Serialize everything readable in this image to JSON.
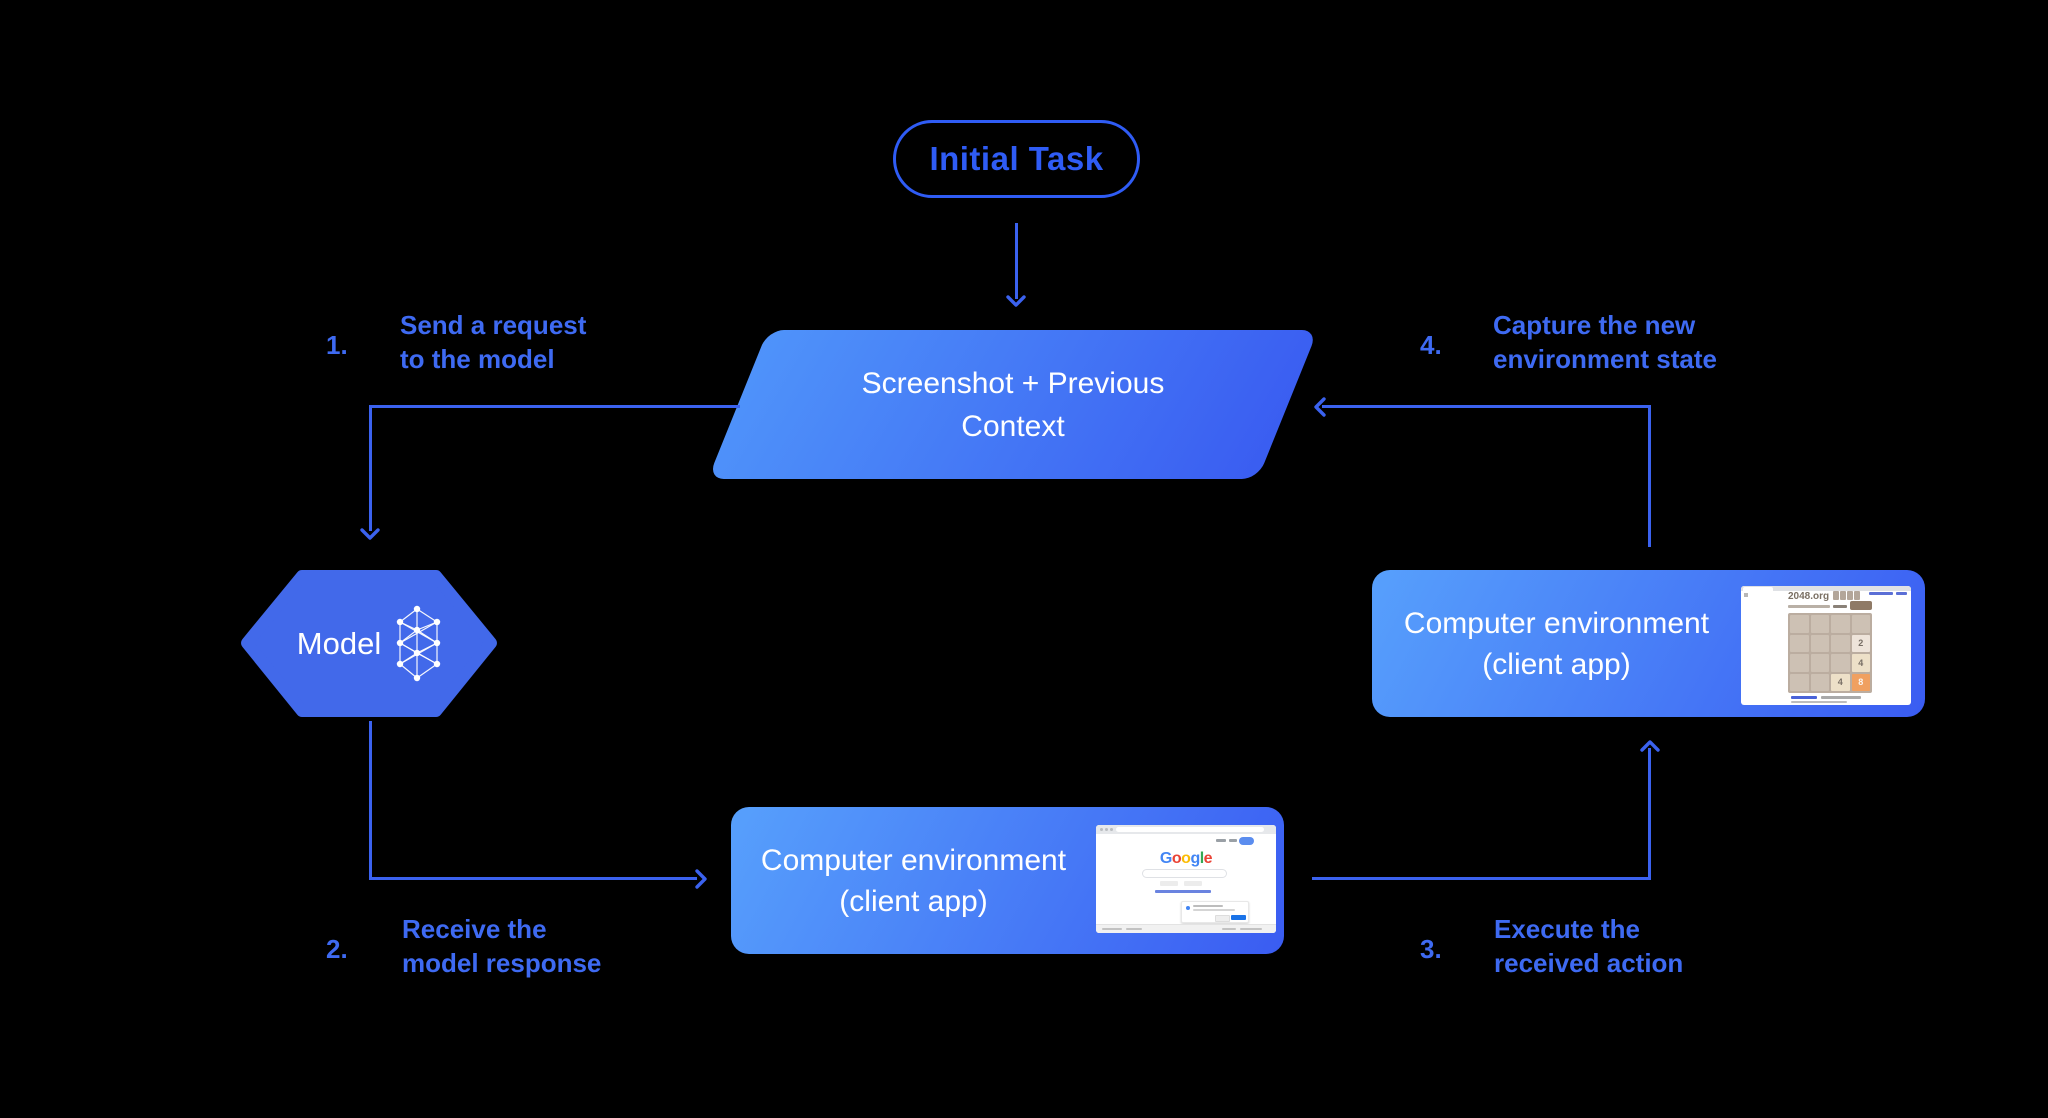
{
  "colors": {
    "background": "#000000",
    "line": "#3b62ef",
    "label-text": "#3e6af2",
    "pill": "#2f5cf5",
    "hexagon": "#4269ea",
    "box-grad-start": "#57a0fc",
    "box-grad-end": "#3a5cf2",
    "para-grad-start": "#4f93fa",
    "para-grad-end": "#3a5df1",
    "shape-text": "#ffffff"
  },
  "nodes": {
    "initial_task": {
      "label": "Initial Task"
    },
    "screenshot_context": {
      "line1": "Screenshot + Previous",
      "line2": "Context"
    },
    "model": {
      "label": "Model"
    },
    "env_bottom": {
      "line1": "Computer environment",
      "line2": "(client app)"
    },
    "env_right": {
      "line1": "Computer environment",
      "line2": "(client app)"
    }
  },
  "steps": [
    {
      "num": "1.",
      "line1": "Send a request",
      "line2": "to the model"
    },
    {
      "num": "2.",
      "line1": "Receive the",
      "line2": "model response"
    },
    {
      "num": "3.",
      "line1": "Execute the",
      "line2": "received action"
    },
    {
      "num": "4.",
      "line1": "Capture the new",
      "line2": "environment state"
    }
  ],
  "thumbnails": {
    "google": {
      "logo_letters": [
        {
          "ch": "G",
          "color": "#4285F4"
        },
        {
          "ch": "o",
          "color": "#EA4335"
        },
        {
          "ch": "o",
          "color": "#FBBC05"
        },
        {
          "ch": "g",
          "color": "#4285F4"
        },
        {
          "ch": "l",
          "color": "#34A853"
        },
        {
          "ch": "e",
          "color": "#EA4335"
        }
      ]
    },
    "game2048": {
      "title": "2048.org",
      "palette": {
        "board": "#bbada0",
        "cell": "#cdc1b4",
        "tile2": "#eee4da",
        "tile4": "#ede0c8",
        "tile8": "#f0a060",
        "tile-text": "#776e65",
        "tile8-text": "#f9f6f2"
      },
      "grid": [
        [
          "",
          "",
          "",
          ""
        ],
        [
          "",
          "",
          "",
          "2"
        ],
        [
          "",
          "",
          "",
          "4"
        ],
        [
          "",
          "",
          "4",
          "8"
        ]
      ]
    }
  }
}
